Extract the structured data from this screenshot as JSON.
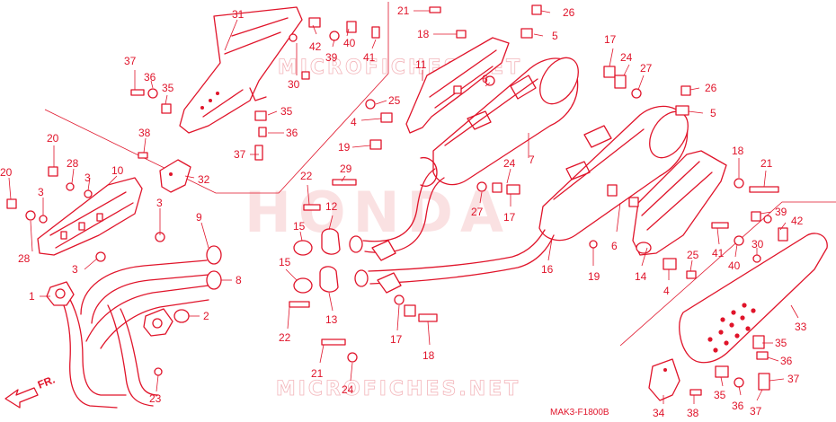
{
  "diagram": {
    "ref_code": "MAK3-F1800B",
    "direction_label": "FR.",
    "watermarks": {
      "brand": "HONDA",
      "site": "MICROFICHES.NET"
    },
    "callouts": [
      "31",
      "42",
      "40",
      "39",
      "41",
      "30",
      "37",
      "36",
      "35",
      "35",
      "36",
      "37",
      "21",
      "26",
      "18",
      "5",
      "11",
      "6",
      "25",
      "4",
      "7",
      "19",
      "17",
      "24",
      "27",
      "26",
      "5",
      "20",
      "28",
      "20",
      "3",
      "10",
      "38",
      "32",
      "3",
      "3",
      "28",
      "9",
      "3",
      "1",
      "8",
      "2",
      "23",
      "22",
      "29",
      "12",
      "15",
      "15",
      "22",
      "13",
      "21",
      "24",
      "17",
      "18",
      "24",
      "27",
      "17",
      "16",
      "19",
      "18",
      "21",
      "6",
      "14",
      "4",
      "25",
      "39",
      "42",
      "41",
      "40",
      "30",
      "33",
      "35",
      "36",
      "37",
      "35",
      "36",
      "34",
      "38",
      "37"
    ]
  }
}
